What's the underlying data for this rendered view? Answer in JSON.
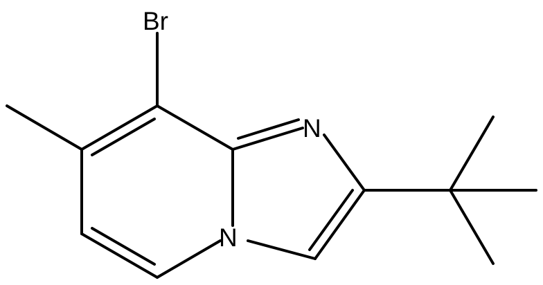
{
  "molecule": {
    "atoms": {
      "bromine": "Br",
      "imidazole_nitrogen": "N",
      "bridgehead_nitrogen": "N"
    },
    "colors": {
      "bond": "#000000",
      "label": "#000000",
      "background": "#ffffff"
    }
  }
}
